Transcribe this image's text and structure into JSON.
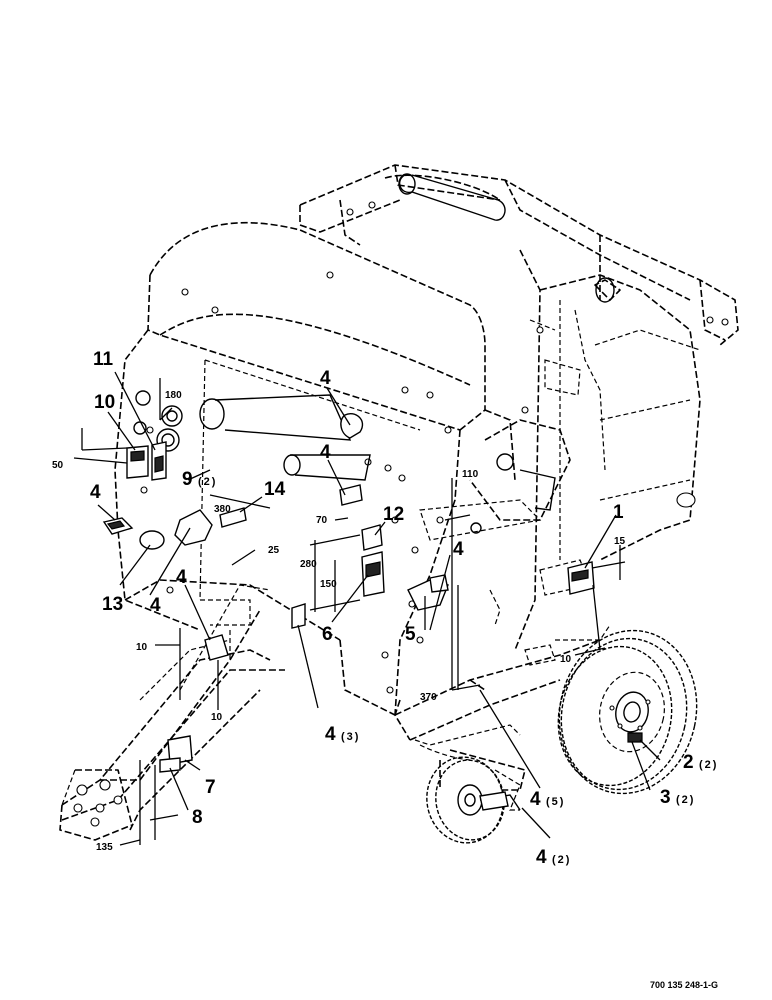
{
  "drawing": {
    "reference_number": "700 135 248-1-G"
  },
  "callouts": [
    {
      "id": "c1",
      "label": "1",
      "qty": ""
    },
    {
      "id": "c2",
      "label": "2",
      "qty": "(2)"
    },
    {
      "id": "c3",
      "label": "3",
      "qty": "(2)"
    },
    {
      "id": "c4a",
      "label": "4",
      "qty": ""
    },
    {
      "id": "c4b",
      "label": "4",
      "qty": ""
    },
    {
      "id": "c4c",
      "label": "4",
      "qty": ""
    },
    {
      "id": "c4d",
      "label": "4",
      "qty": ""
    },
    {
      "id": "c4e",
      "label": "4",
      "qty": ""
    },
    {
      "id": "c4f",
      "label": "4",
      "qty": ""
    },
    {
      "id": "c4g",
      "label": "4",
      "qty": "(3)"
    },
    {
      "id": "c4h",
      "label": "4",
      "qty": "(5)"
    },
    {
      "id": "c4i",
      "label": "4",
      "qty": "(2)"
    },
    {
      "id": "c5",
      "label": "5",
      "qty": ""
    },
    {
      "id": "c6",
      "label": "6",
      "qty": ""
    },
    {
      "id": "c7",
      "label": "7",
      "qty": ""
    },
    {
      "id": "c8",
      "label": "8",
      "qty": ""
    },
    {
      "id": "c9",
      "label": "9",
      "qty": "(2)"
    },
    {
      "id": "c10",
      "label": "10",
      "qty": ""
    },
    {
      "id": "c11",
      "label": "11",
      "qty": ""
    },
    {
      "id": "c12",
      "label": "12",
      "qty": ""
    },
    {
      "id": "c13",
      "label": "13",
      "qty": ""
    },
    {
      "id": "c14",
      "label": "14",
      "qty": ""
    }
  ],
  "dimensions": [
    {
      "id": "d180",
      "value": "180"
    },
    {
      "id": "d50",
      "value": "50"
    },
    {
      "id": "d380",
      "value": "380"
    },
    {
      "id": "d25",
      "value": "25"
    },
    {
      "id": "d70",
      "value": "70"
    },
    {
      "id": "d280",
      "value": "280"
    },
    {
      "id": "d150",
      "value": "150"
    },
    {
      "id": "d110",
      "value": "110"
    },
    {
      "id": "d15",
      "value": "15"
    },
    {
      "id": "d10a",
      "value": "10"
    },
    {
      "id": "d10b",
      "value": "10"
    },
    {
      "id": "d10c",
      "value": "10"
    },
    {
      "id": "d370",
      "value": "370"
    },
    {
      "id": "d135",
      "value": "135"
    }
  ]
}
